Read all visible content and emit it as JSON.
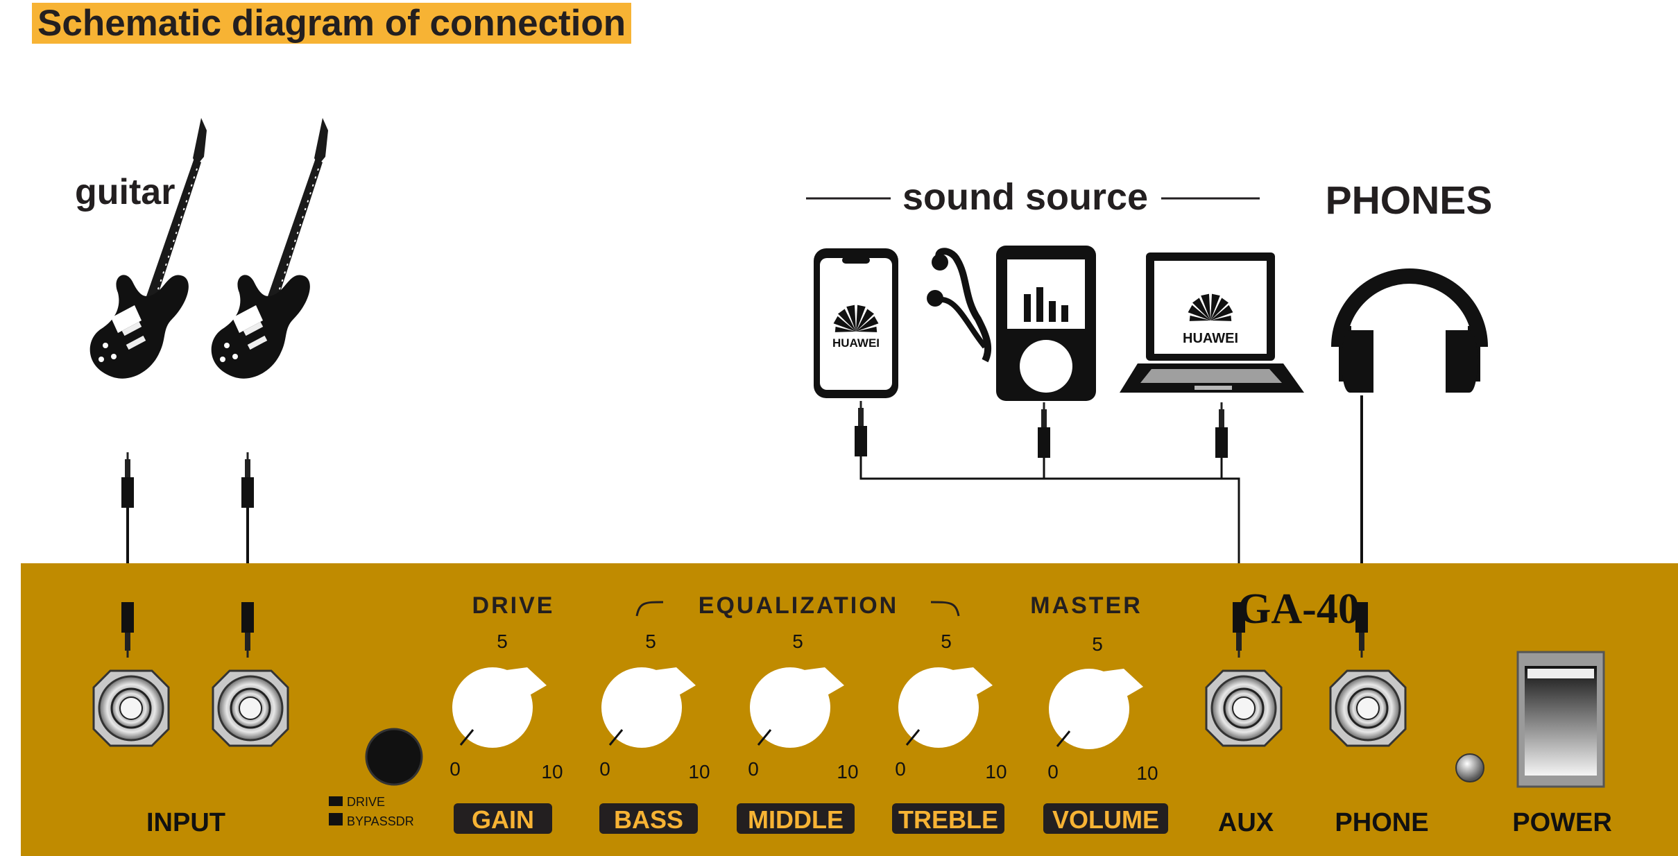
{
  "title": "Schematic diagram of connection",
  "sources": {
    "guitar_label": "guitar",
    "sound_source_label": "sound source",
    "phones_label": "PHONES",
    "device_brand": "HUAWEI"
  },
  "panel": {
    "model": "GA-40",
    "sections": {
      "drive": "DRIVE",
      "equalization": "EQUALIZATION",
      "master": "MASTER"
    },
    "knobs": [
      {
        "label": "GAIN",
        "min": "0",
        "mid": "5",
        "max": "10"
      },
      {
        "label": "BASS",
        "min": "0",
        "mid": "5",
        "max": "10"
      },
      {
        "label": "MIDDLE",
        "min": "0",
        "mid": "5",
        "max": "10"
      },
      {
        "label": "TREBLE",
        "min": "0",
        "mid": "5",
        "max": "10"
      },
      {
        "label": "VOLUME",
        "min": "0",
        "mid": "5",
        "max": "10"
      }
    ],
    "jacks": {
      "input": "INPUT",
      "aux": "AUX",
      "phone": "PHONE",
      "power": "POWER"
    },
    "switch_modes": {
      "drive": "DRIVE",
      "bypass": "BYPASSDR"
    }
  },
  "colors": {
    "panel": "#c08b00",
    "heading_bg": "#f7b334",
    "ink": "#231f20",
    "label_bg": "#231f20",
    "label_text": "#f7b334",
    "knob": "#ffffff"
  }
}
